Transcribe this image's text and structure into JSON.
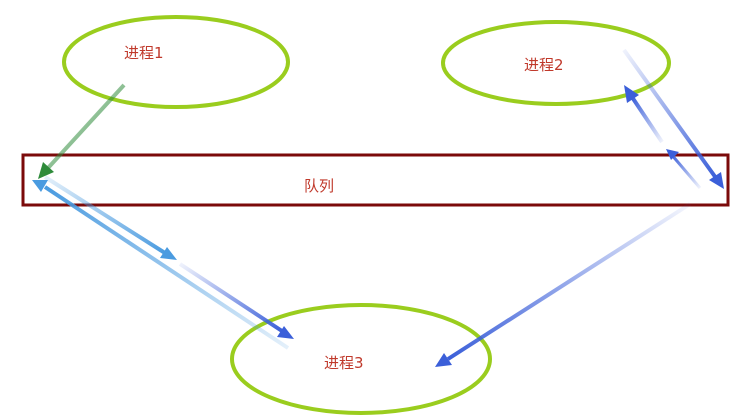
{
  "colors": {
    "ellipse_stroke": "#9ACD1E",
    "label_text": "#C0392B",
    "queue_border": "#7B0A0A",
    "queue_text": "#C0392B",
    "arrow_green": "#2E8B3A",
    "arrow_blue": "#3B5FD9",
    "arrow_light_blue": "#4A9BE0"
  },
  "nodes": {
    "process1": {
      "label": "进程1"
    },
    "process2": {
      "label": "进程2"
    },
    "process3": {
      "label": "进程3"
    }
  },
  "queue": {
    "label": "队列"
  }
}
